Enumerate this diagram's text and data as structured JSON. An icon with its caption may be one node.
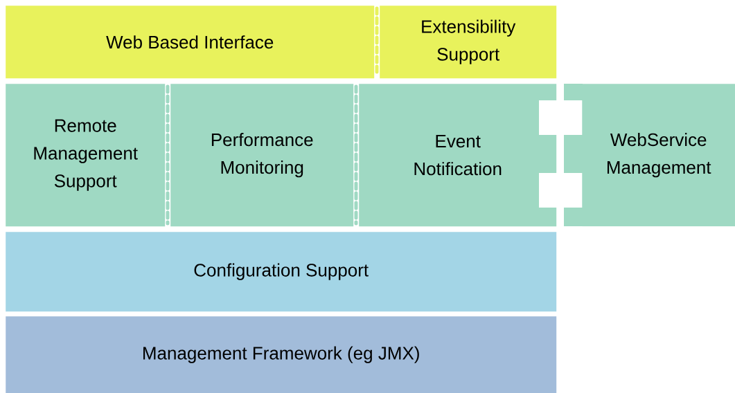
{
  "diagram": {
    "nodes": [
      {
        "text": [
          "Web Based Interface"
        ]
      },
      {
        "text": [
          "Extensibility Support"
        ]
      },
      {
        "text": [
          "Remote Management Support"
        ]
      },
      {
        "text": [
          "Performance Monitoring"
        ]
      },
      {
        "text": [
          "Event Notification"
        ]
      },
      {
        "text": [
          "WebService Management"
        ]
      },
      {
        "text": [
          "Configuration Support"
        ]
      },
      {
        "text": [
          "Management Framework (eg JMX)"
        ]
      }
    ]
  }
}
